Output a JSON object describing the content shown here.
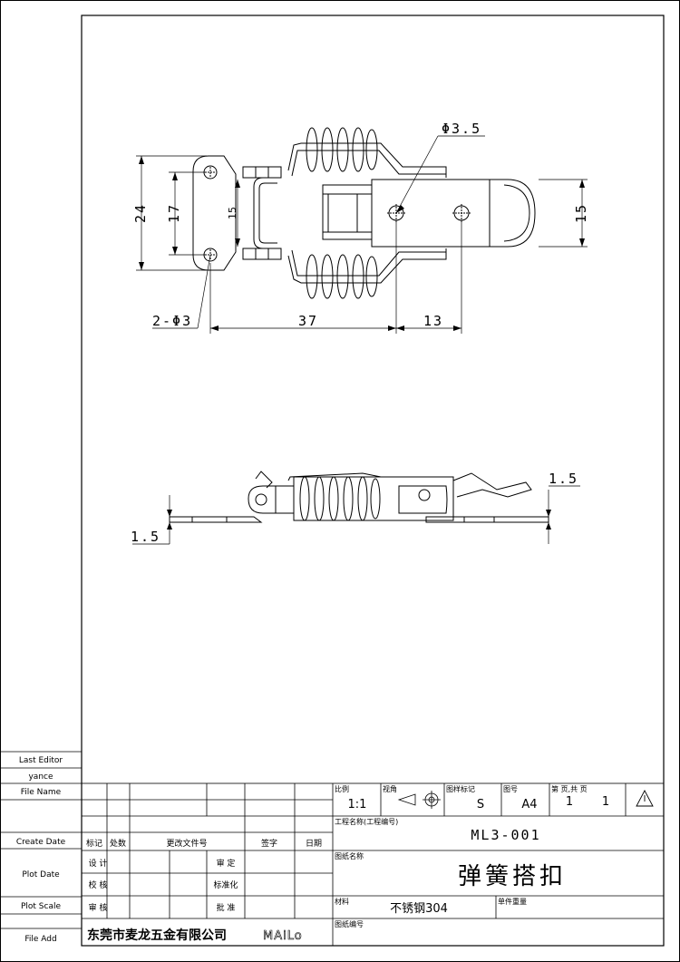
{
  "drawing": {
    "top_view": {
      "dim_hole_label": "Φ3.5",
      "dim_24": "24",
      "dim_17": "17",
      "dim_15_inner": "15",
      "dim_15_right": "15",
      "dim_2phi3": "2-Φ3",
      "dim_37": "37",
      "dim_13": "13"
    },
    "side_view": {
      "dim_thick_right": "1.5",
      "dim_thick_left": "1.5"
    }
  },
  "sidebar": {
    "last_editor_label": "Last Editor",
    "last_editor_value": "yance",
    "file_name_label": "File Name",
    "create_date_label": "Create Date",
    "plot_date_label": "Plot Date",
    "plot_scale_label": "Plot Scale",
    "file_add_label": "File Add"
  },
  "title_block": {
    "rev_headers": {
      "mark": "标记",
      "count": "处数",
      "change_doc": "更改文件号",
      "sign": "签字",
      "date": "日期"
    },
    "roles": {
      "design": "设 计",
      "review": "审 定",
      "check": "校 核",
      "standard": "标准化",
      "audit": "审 核",
      "approve": "批 准"
    },
    "scale_label": "比例",
    "scale_value": "1:1",
    "view_label": "视角",
    "mark_label": "图样标记",
    "mark_value": "S",
    "sheet_label": "图号",
    "sheet_value": "A4",
    "page_label": "第  页,共  页",
    "page_no": "1",
    "page_total": "1",
    "project_label": "工程名称(工程编号)",
    "project_value": "ML3-001",
    "drawing_name_label": "图纸名称",
    "drawing_name_value": "弹簧搭扣",
    "material_label": "材料",
    "material_value": "不锈钢304",
    "weight_label": "单件重量",
    "drawing_no_label": "图纸编号",
    "company": "东莞市麦龙五金有限公司",
    "logo": "MAiLo"
  }
}
